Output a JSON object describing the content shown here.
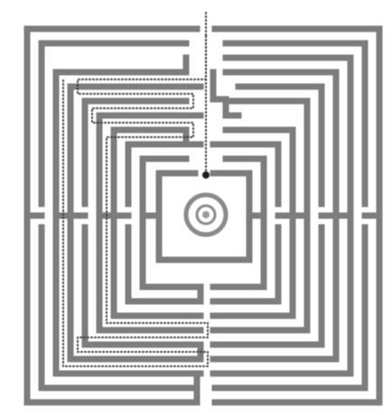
{
  "puzzle": {
    "type": "labyrinth",
    "shape": "square",
    "wall_color": "#7d7d7d",
    "trail_color": "#3a3a3a",
    "goal": "center-ring",
    "entrance_icon": "trail-start-icon",
    "goal_icon": "center-ring-icon",
    "marker_icon": "position-marker-icon"
  }
}
